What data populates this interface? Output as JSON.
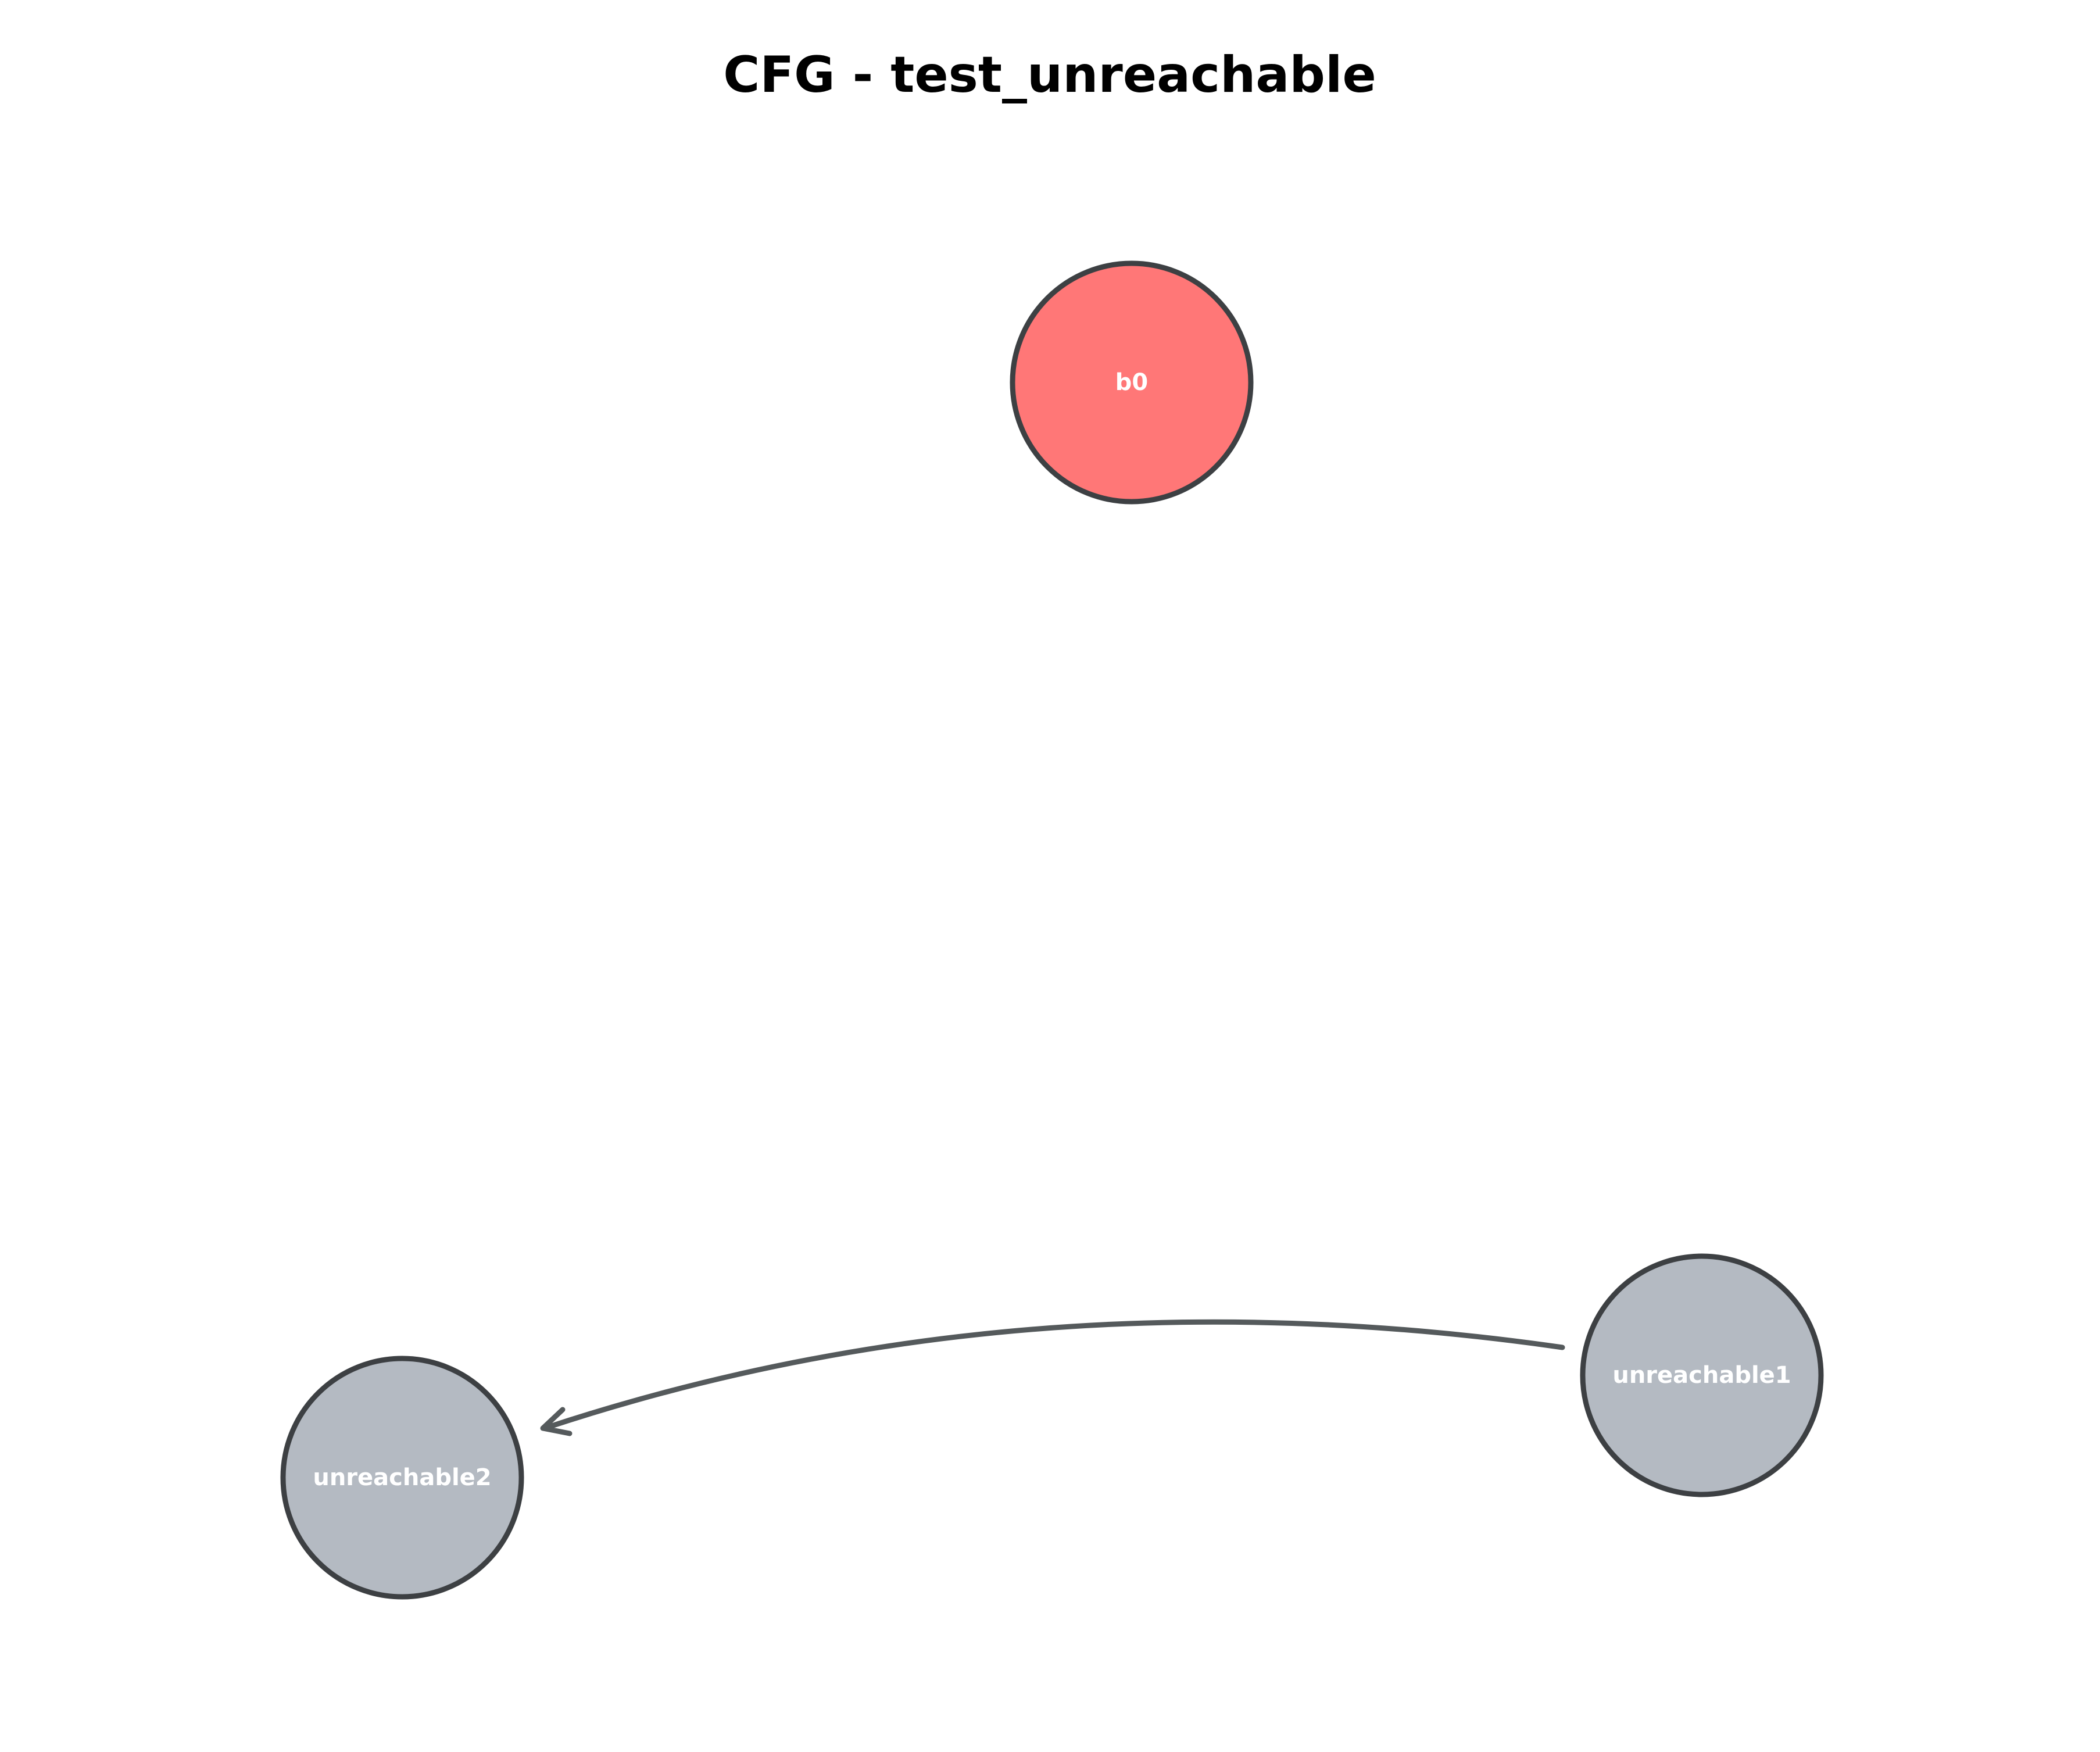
{
  "title": "CFG - test_unreachable",
  "nodes": [
    {
      "id": "b0",
      "label": "b0",
      "fill": "#ff7777"
    },
    {
      "id": "unreachable1",
      "label": "unreachable1",
      "fill": "#b4bac2"
    },
    {
      "id": "unreachable2",
      "label": "unreachable2",
      "fill": "#b4bac2"
    }
  ],
  "edges": [
    {
      "from": "unreachable1",
      "to": "unreachable2"
    }
  ],
  "colors": {
    "node_stroke": "#3d4043",
    "edge": "#555a5c",
    "label": "#ffffff",
    "entry_node": "#ff7777",
    "unreachable_node": "#b4bac2"
  }
}
